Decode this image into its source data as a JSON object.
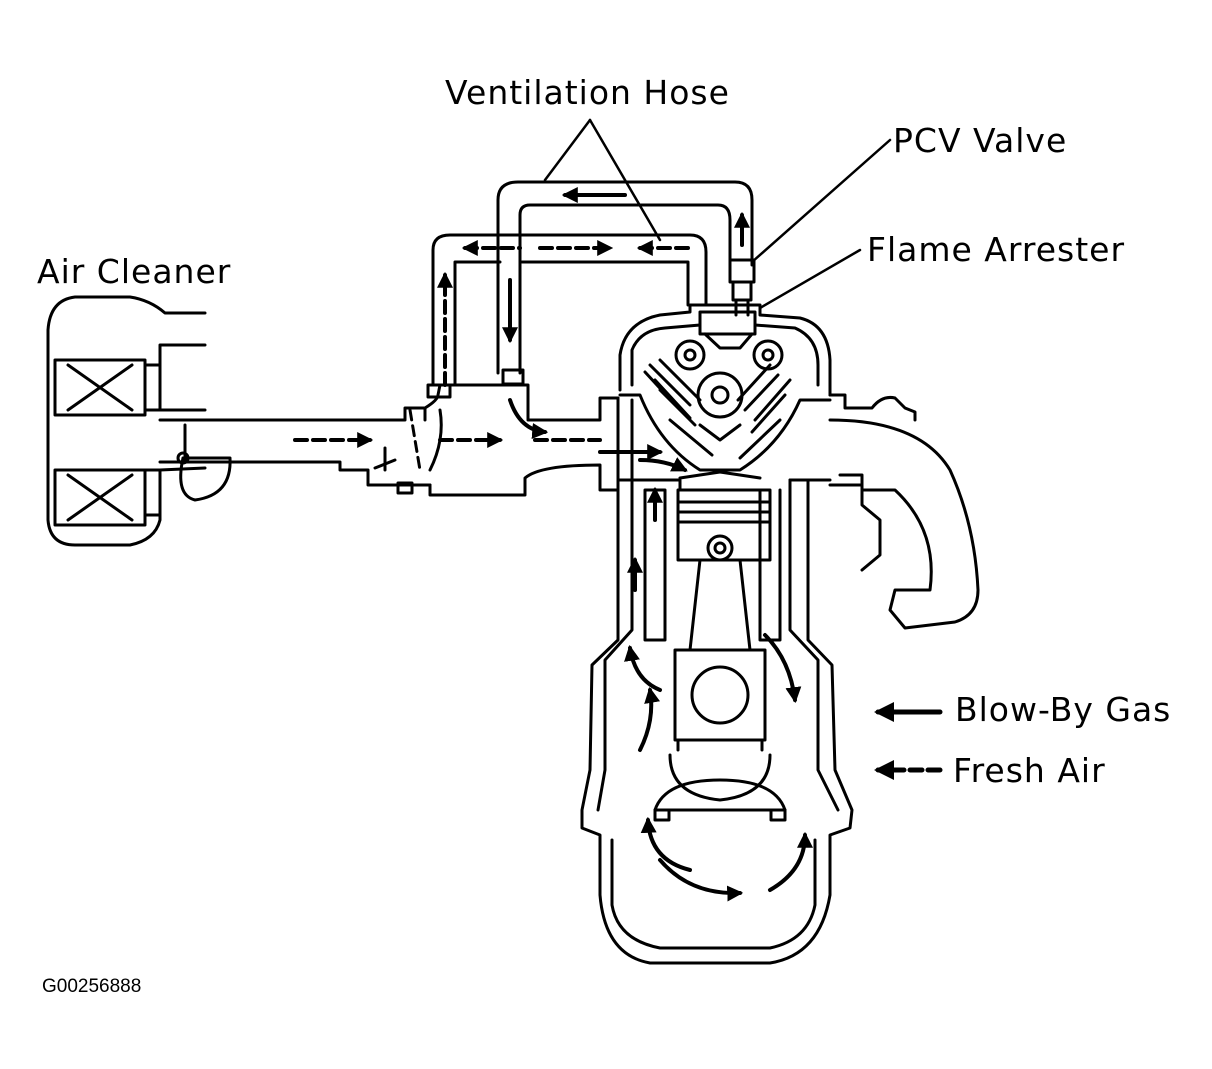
{
  "labels": {
    "ventilation_hose": "Ventilation Hose",
    "pcv_valve": "PCV Valve",
    "flame_arrester": "Flame Arrester",
    "air_cleaner": "Air Cleaner"
  },
  "legend": {
    "blow_by_gas": "Blow-By Gas",
    "fresh_air": "Fresh Air"
  },
  "figure_id": "G00256888",
  "colors": {
    "line": "#000000",
    "background": "#ffffff"
  }
}
